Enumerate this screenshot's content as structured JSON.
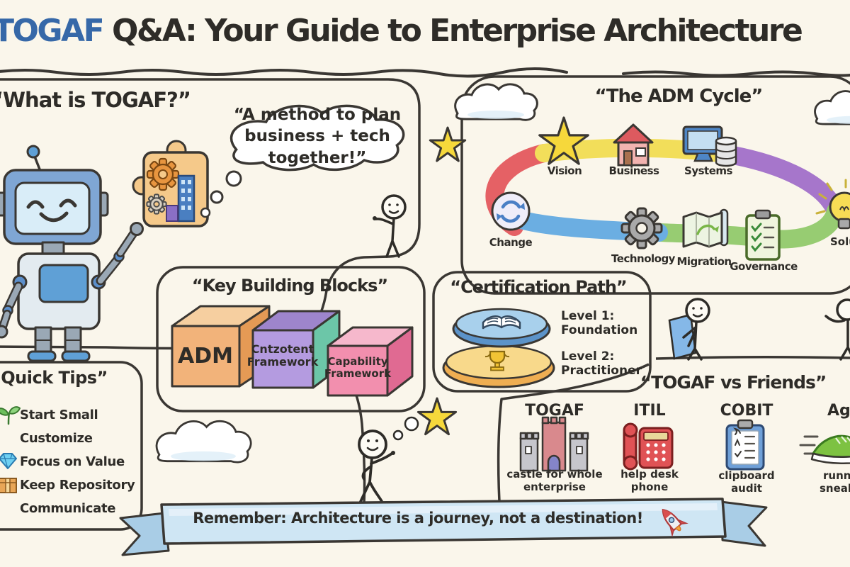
{
  "title": {
    "brand": "TOGAF",
    "rest": " Q&A: Your Guide to Enterprise Architecture"
  },
  "sections": {
    "what_is_togaf": {
      "heading": "“What is TOGAF?”",
      "thought_bubble": "“A method to plan business + tech together!”"
    },
    "adm_cycle": {
      "heading": "“The ADM Cycle”",
      "phases": [
        {
          "label": "Vision",
          "icon": "star-icon"
        },
        {
          "label": "Business",
          "icon": "house-icon"
        },
        {
          "label": "Systems",
          "icon": "computer-icon"
        },
        {
          "label": "Change",
          "icon": "cycle-arrows-icon"
        },
        {
          "label": "Technology",
          "icon": "gear-icon"
        },
        {
          "label": "Migration",
          "icon": "map-icon"
        },
        {
          "label": "Governance",
          "icon": "clipboard-check-icon"
        },
        {
          "label": "Solution",
          "icon": "lightbulb-icon"
        }
      ]
    },
    "key_building_blocks": {
      "heading": "“Key Building Blocks”",
      "blocks": [
        {
          "label": "ADM",
          "color": "#F2B37A"
        },
        {
          "label": "Cntzotent Framework",
          "color": "#B49BE0"
        },
        {
          "label": "Capability Framework",
          "color": "#F28FAE"
        }
      ]
    },
    "certification_path": {
      "heading": "“Certification Path”",
      "levels": [
        {
          "level": "Level 1:",
          "name": "Foundation"
        },
        {
          "level": "Level 2:",
          "name": "Practitioner"
        }
      ]
    },
    "quick_tips": {
      "heading": "“Quick Tips”",
      "items": [
        {
          "icon": "seedling-icon",
          "label": "Start Small"
        },
        {
          "icon": "",
          "label": "Customize"
        },
        {
          "icon": "diamond-icon",
          "label": "Focus on Value"
        },
        {
          "icon": "package-icon",
          "label": "Keep Repository"
        },
        {
          "icon": "",
          "label": "Communicate"
        }
      ]
    },
    "togaf_vs_friends": {
      "heading": "“TOGAF vs Friends”",
      "frameworks": [
        {
          "name": "TOGAF",
          "icon": "castle-icon",
          "caption": "castle for whole enterprise"
        },
        {
          "name": "ITIL",
          "icon": "phone-icon",
          "caption": "help desk phone"
        },
        {
          "name": "COBIT",
          "icon": "clipboard-icon",
          "caption": "clipboard audit"
        },
        {
          "name": "Agile",
          "icon": "sneaker-icon",
          "caption": "running sneakers"
        }
      ]
    }
  },
  "banner": {
    "text": "Remember: Architecture is a journey, not a destination!",
    "icon": "rocket-icon"
  },
  "colors": {
    "background": "#FAF6EB",
    "ink": "#3A3733",
    "title_blue": "#3668A8",
    "band_red": "#E4555A",
    "band_yellow": "#F2DD4E",
    "band_purple": "#9F6CC9",
    "band_green": "#8FC968",
    "band_blue": "#5FA8E2",
    "ribbon_blue": "#CFE6F4"
  }
}
